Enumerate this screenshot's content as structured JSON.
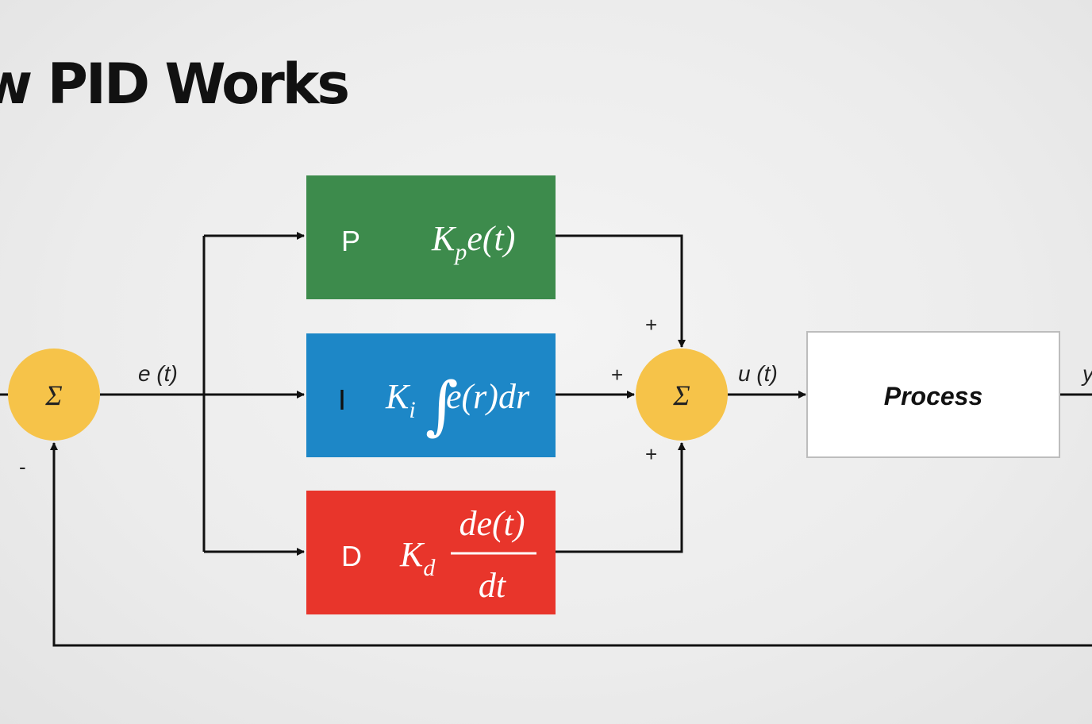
{
  "title": "How PID Works",
  "colors": {
    "p_block": "#3d8b4c",
    "i_block": "#1d87c7",
    "d_block": "#e8352b",
    "sum_circle": "#f6c349",
    "line": "#111111",
    "process_fill": "#ffffff"
  },
  "summing_junction_1": {
    "symbol": "Σ",
    "minus_sign": "-"
  },
  "summing_junction_2": {
    "symbol": "Σ",
    "plus_top": "+",
    "plus_left": "+",
    "plus_bottom": "+"
  },
  "signals": {
    "error": "e (t)",
    "control": "u (t)",
    "output": "y"
  },
  "blocks": {
    "p": {
      "letter": "P",
      "gain": "K",
      "gain_sub": "p",
      "expr": "e(t)"
    },
    "i": {
      "letter": "I",
      "gain": "K",
      "gain_sub": "i",
      "integral": "∫",
      "expr": "e(r)dr"
    },
    "d": {
      "letter": "D",
      "gain": "K",
      "gain_sub": "d",
      "numerator": "de(t)",
      "denominator": "dt"
    }
  },
  "process": {
    "label": "Process"
  }
}
